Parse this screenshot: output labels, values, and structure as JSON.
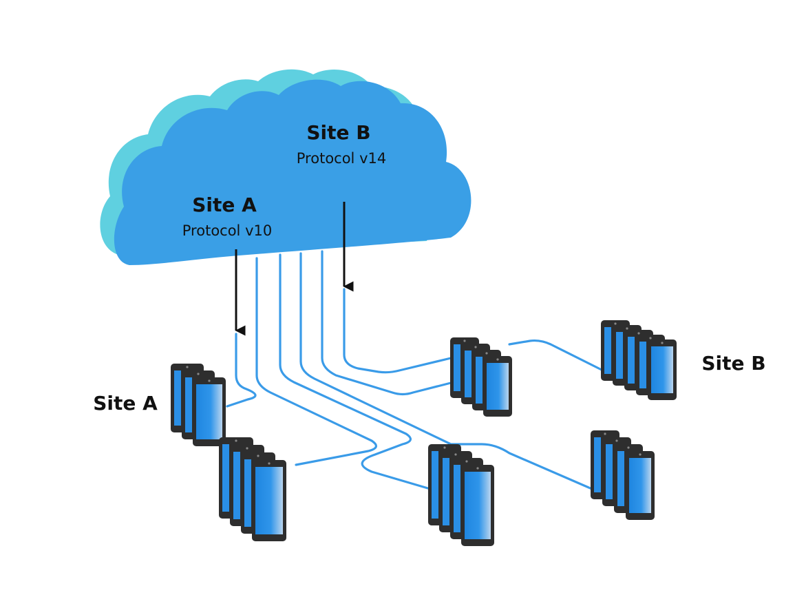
{
  "diagram": {
    "cloud": {
      "site_b": {
        "title": "Site B",
        "subtitle": "Protocol v14"
      },
      "site_a": {
        "title": "Site A",
        "subtitle": "Protocol v10"
      }
    },
    "side_labels": {
      "site_a": "Site A",
      "site_b": "Site B"
    },
    "colors": {
      "cloud_front": "#3a9fe6",
      "cloud_back": "#5fd0e0",
      "cable": "#3a9be8",
      "device_frame": "#2e2e2e",
      "device_screen": "#2a8fe6",
      "arrow": "#111111"
    },
    "device_groups": [
      {
        "name": "site-a-group",
        "count": 3
      },
      {
        "name": "bottom-left-group",
        "count": 4
      },
      {
        "name": "bottom-center-group",
        "count": 4
      },
      {
        "name": "mid-right-group",
        "count": 4
      },
      {
        "name": "site-b-group",
        "count": 5
      },
      {
        "name": "bottom-right-group",
        "count": 4
      }
    ]
  }
}
